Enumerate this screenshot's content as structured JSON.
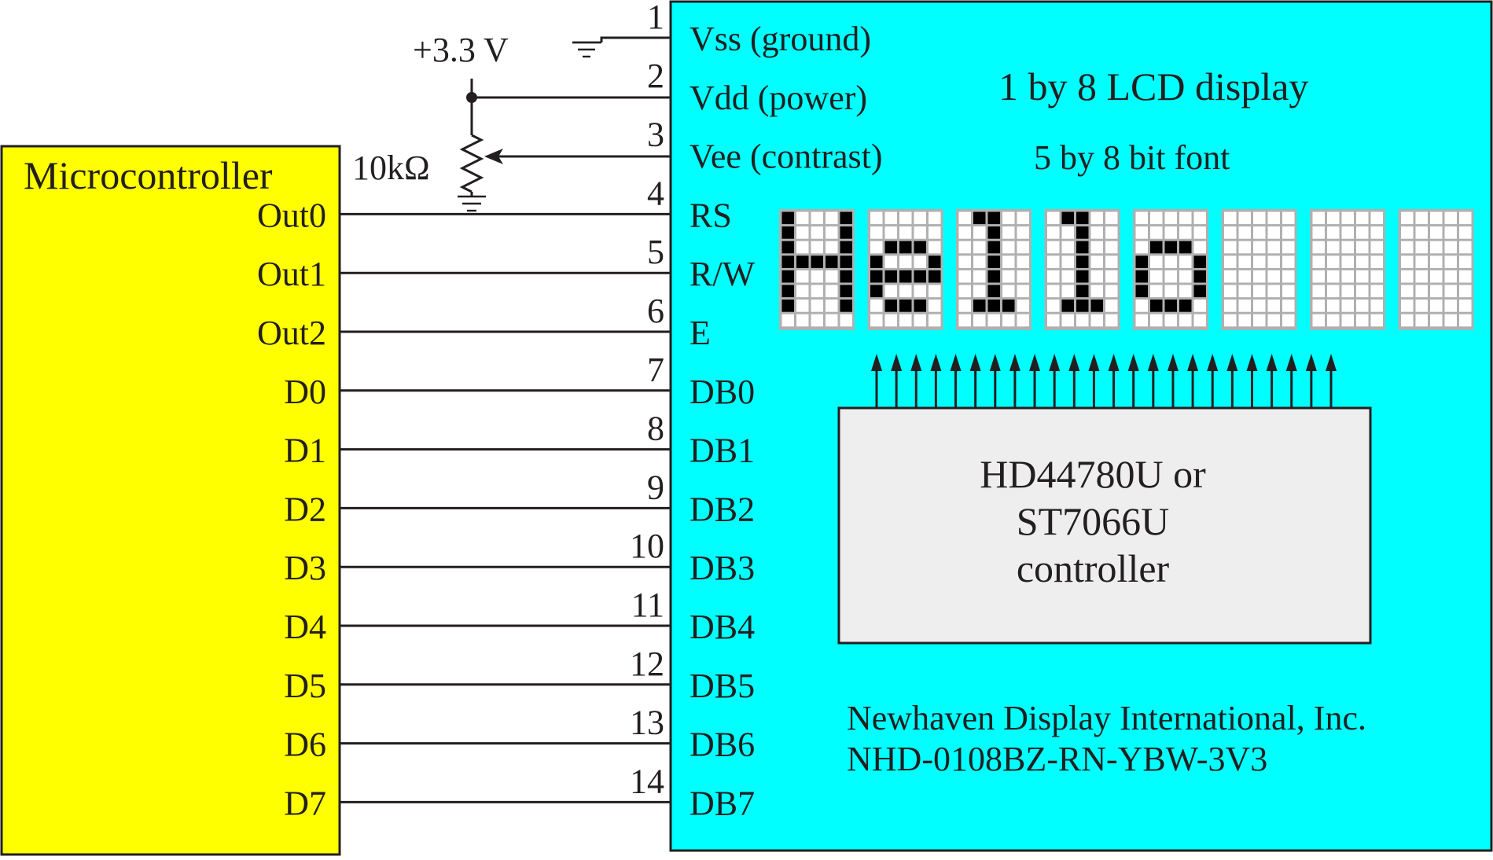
{
  "colors": {
    "microcontroller_fill": "#ffff00",
    "lcd_fill": "#00ffff",
    "controller_fill": "#eeeeee",
    "pixel_on": "#000000",
    "pixel_off": "#ffffff",
    "pixel_grid": "#b0b0b0",
    "ink": "#231f20"
  },
  "microcontroller": {
    "title": "Microcontroller",
    "pins": [
      "Out0",
      "Out1",
      "Out2",
      "D0",
      "D1",
      "D2",
      "D3",
      "D4",
      "D5",
      "D6",
      "D7"
    ]
  },
  "power": {
    "supply_label": "+3.3 V",
    "pot_label": "10kΩ"
  },
  "lcd": {
    "title": "1 by 8 LCD display",
    "font_label": "5 by 8 bit font",
    "pins": [
      {
        "number": "1",
        "name": "Vss (ground)"
      },
      {
        "number": "2",
        "name": "Vdd (power)"
      },
      {
        "number": "3",
        "name": "Vee (contrast)"
      },
      {
        "number": "4",
        "name": "RS"
      },
      {
        "number": "5",
        "name": "R/W"
      },
      {
        "number": "6",
        "name": "E"
      },
      {
        "number": "7",
        "name": "DB0"
      },
      {
        "number": "8",
        "name": "DB1"
      },
      {
        "number": "9",
        "name": "DB2"
      },
      {
        "number": "10",
        "name": "DB3"
      },
      {
        "number": "11",
        "name": "DB4"
      },
      {
        "number": "12",
        "name": "DB5"
      },
      {
        "number": "13",
        "name": "DB6"
      },
      {
        "number": "14",
        "name": "DB7"
      }
    ],
    "displayed_chars": [
      "H",
      "e",
      "l",
      "l",
      "o",
      "",
      "",
      ""
    ],
    "char_bitmaps": [
      [
        "10001",
        "10001",
        "10001",
        "11111",
        "10001",
        "10001",
        "10001",
        "00000"
      ],
      [
        "00000",
        "00000",
        "01110",
        "10001",
        "11111",
        "10000",
        "01110",
        "00000"
      ],
      [
        "01100",
        "00100",
        "00100",
        "00100",
        "00100",
        "00100",
        "01110",
        "00000"
      ],
      [
        "01100",
        "00100",
        "00100",
        "00100",
        "00100",
        "00100",
        "01110",
        "00000"
      ],
      [
        "00000",
        "00000",
        "01110",
        "10001",
        "10001",
        "10001",
        "01110",
        "00000"
      ],
      [
        "00000",
        "00000",
        "00000",
        "00000",
        "00000",
        "00000",
        "00000",
        "00000"
      ],
      [
        "00000",
        "00000",
        "00000",
        "00000",
        "00000",
        "00000",
        "00000",
        "00000"
      ],
      [
        "00000",
        "00000",
        "00000",
        "00000",
        "00000",
        "00000",
        "00000",
        "00000"
      ]
    ],
    "controller_lines": [
      "HD44780U or",
      "ST7066U",
      "controller"
    ],
    "manufacturer_lines": [
      "Newhaven Display International, Inc.",
      "NHD-0108BZ-RN-YBW-3V3"
    ]
  }
}
